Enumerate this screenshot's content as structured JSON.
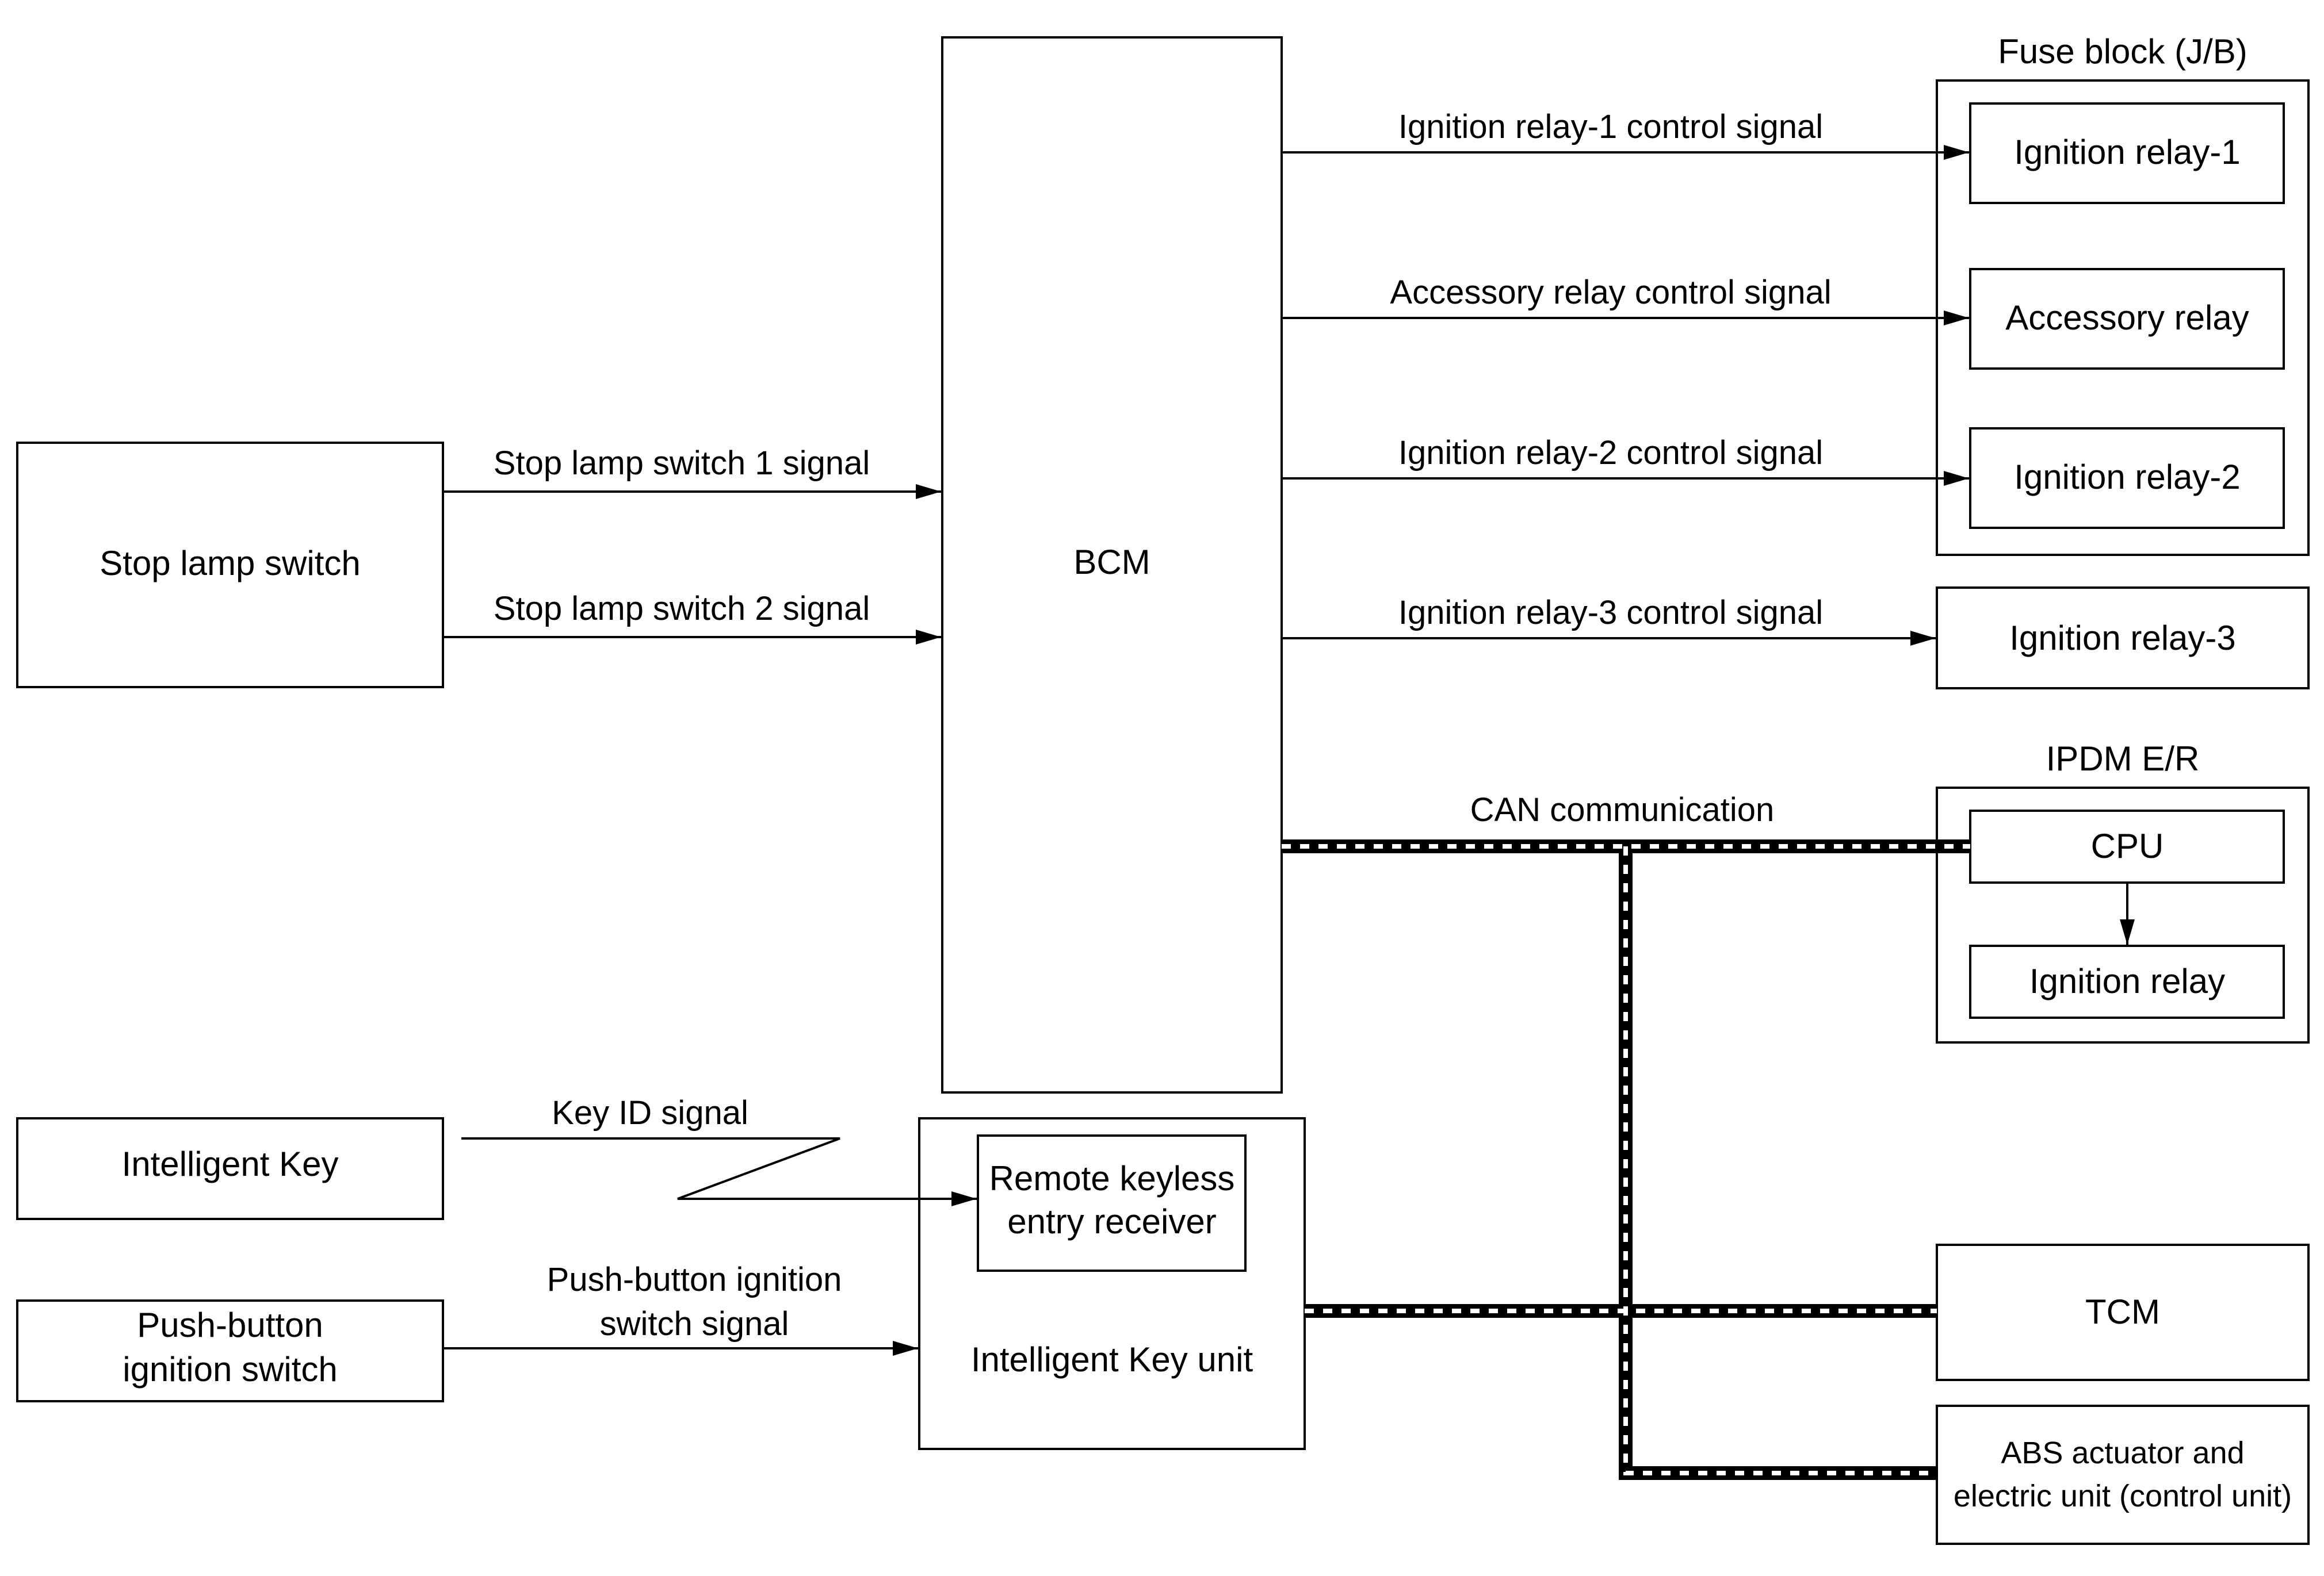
{
  "boxes": {
    "stop_lamp_switch": "Stop lamp switch",
    "bcm": "BCM",
    "fuse_block_title": "Fuse block (J/B)",
    "ignition_relay_1": "Ignition relay-1",
    "accessory_relay": "Accessory relay",
    "ignition_relay_2": "Ignition relay-2",
    "ignition_relay_3": "Ignition relay-3",
    "ipdm_title": "IPDM E/R",
    "cpu": "CPU",
    "ignition_relay": "Ignition relay",
    "intelligent_key": "Intelligent Key",
    "push_button_line1": "Push-button",
    "push_button_line2": "ignition switch",
    "remote_keyless_line1": "Remote keyless",
    "remote_keyless_line2": "entry receiver",
    "intelligent_key_unit": "Intelligent Key unit",
    "tcm": "TCM",
    "abs_line1": "ABS actuator and",
    "abs_line2": "electric unit (control unit)"
  },
  "signals": {
    "ign_relay_1_ctrl": "Ignition relay-1 control signal",
    "accessory_ctrl": "Accessory relay control signal",
    "ign_relay_2_ctrl": "Ignition relay-2 control signal",
    "ign_relay_3_ctrl": "Ignition relay-3 control signal",
    "stop_lamp_1": "Stop lamp switch 1 signal",
    "stop_lamp_2": "Stop lamp switch 2 signal",
    "can": "CAN communication",
    "key_id": "Key ID signal",
    "push_button_sig_line1": "Push-button ignition",
    "push_button_sig_line2": "switch signal"
  }
}
